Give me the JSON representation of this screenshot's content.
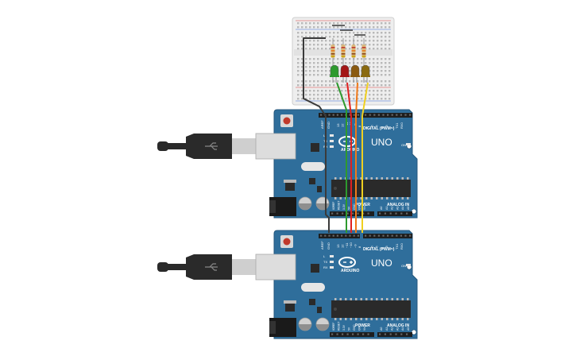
{
  "boards": [
    {
      "name": "UNO",
      "brand": "ARDUINO",
      "digital_label": "DIGITAL (PWM~)",
      "power_label": "POWER",
      "analog_label": "ANALOG IN",
      "led_labels": [
        "L",
        "TX",
        "RX"
      ],
      "on_label": "ON",
      "aref": "AREF",
      "gnd": "GND"
    },
    {
      "name": "UNO",
      "brand": "ARDUINO",
      "digital_label": "DIGITAL (PWM~)",
      "power_label": "POWER",
      "analog_label": "ANALOG IN",
      "led_labels": [
        "L",
        "TX",
        "RX"
      ],
      "on_label": "ON",
      "aref": "AREF",
      "gnd": "GND"
    }
  ],
  "leds": [
    {
      "color": "#2e9a2e"
    },
    {
      "color": "#a31616"
    },
    {
      "color": "#8a5a10"
    },
    {
      "color": "#8a6a10"
    }
  ],
  "wires": [
    {
      "color": "#3a3a3a"
    },
    {
      "color": "#2e9a2e"
    },
    {
      "color": "#e02020"
    },
    {
      "color": "#f07a1a"
    },
    {
      "color": "#f0d020"
    }
  ],
  "colors": {
    "board": "#2f6e9b",
    "board_edge": "#24577c",
    "breadboard": "#efefef",
    "usb_plug": "#2a2a2a",
    "usb_port": "#cfcfcf"
  }
}
